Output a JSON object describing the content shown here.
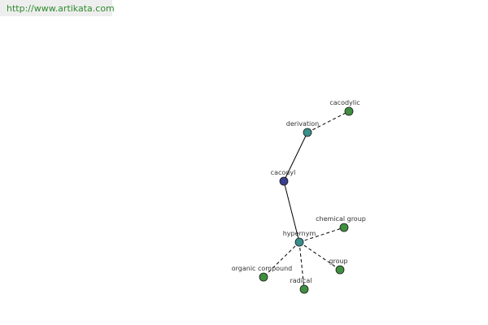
{
  "header": {
    "url": "http://www.artikata.com"
  },
  "graph": {
    "nodes": [
      {
        "id": "cacodyl",
        "label": "cacodyl",
        "color": "#3a3f8f"
      },
      {
        "id": "derivation",
        "label": "derivation",
        "color": "#3a8f8a"
      },
      {
        "id": "cacodylic",
        "label": "cacodylic",
        "color": "#3f8f3f"
      },
      {
        "id": "hypernym",
        "label": "hypernym",
        "color": "#3a8f8a"
      },
      {
        "id": "chemical-group",
        "label": "chemical group",
        "color": "#3f8f3f"
      },
      {
        "id": "group",
        "label": "group",
        "color": "#3f8f3f"
      },
      {
        "id": "radical",
        "label": "radical",
        "color": "#3f8f3f"
      },
      {
        "id": "organic-compound",
        "label": "organic compound",
        "color": "#3f8f3f"
      }
    ],
    "edges": [
      {
        "from": "cacodyl",
        "to": "derivation",
        "style": "solid"
      },
      {
        "from": "derivation",
        "to": "cacodylic",
        "style": "dashed"
      },
      {
        "from": "cacodyl",
        "to": "hypernym",
        "style": "solid"
      },
      {
        "from": "hypernym",
        "to": "chemical-group",
        "style": "dashed"
      },
      {
        "from": "hypernym",
        "to": "group",
        "style": "dashed"
      },
      {
        "from": "hypernym",
        "to": "radical",
        "style": "dashed"
      },
      {
        "from": "hypernym",
        "to": "organic-compound",
        "style": "dashed"
      }
    ]
  }
}
